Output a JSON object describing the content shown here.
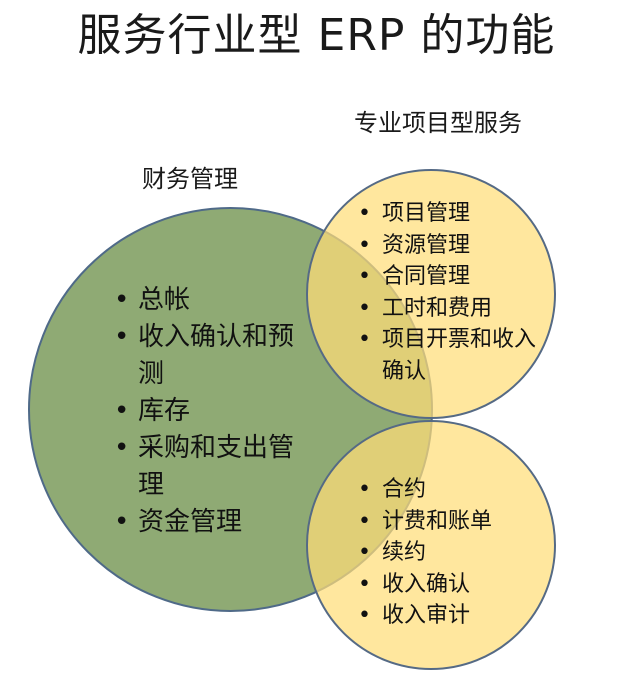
{
  "title": "服务行业型 ERP 的功能",
  "colors": {
    "finance_circle": "#86A368",
    "project_circle": "#FFDE78",
    "outline": "#4F6A88"
  },
  "groups": {
    "professional_services": {
      "label": "专业项目型服务",
      "items": [
        "项目管理",
        "资源管理",
        "合同管理",
        "工时和费用",
        "项目开票和收入确认"
      ]
    },
    "financial_management": {
      "label": "财务管理",
      "items": [
        "总帐",
        "收入确认和预测",
        "库存",
        "采购和支出管理",
        "资金管理"
      ]
    },
    "billing": {
      "items": [
        "合约",
        "计费和账单",
        "续约",
        "收入确认",
        "收入审计"
      ]
    }
  },
  "bullet": "•"
}
